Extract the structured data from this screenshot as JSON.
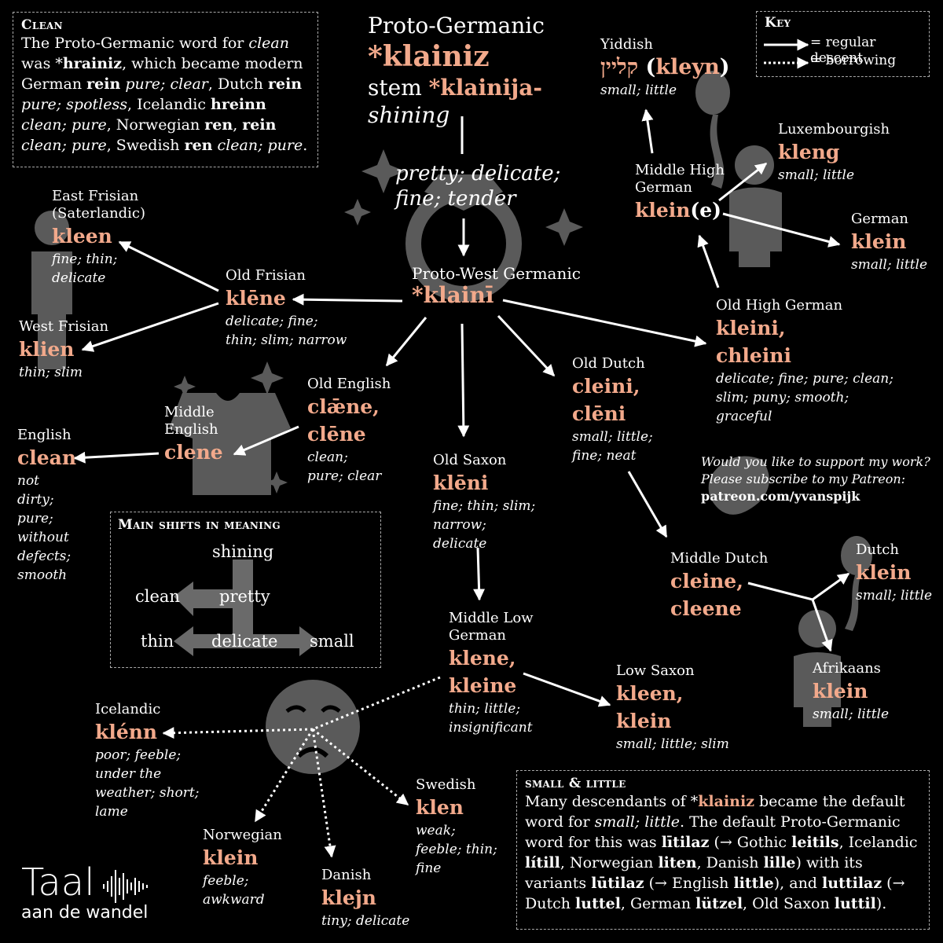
{
  "clean_box": {
    "title": "Clean",
    "text_html": "The Proto-Germanic word for <i>clean</i> was *<b>hrainiz</b>, which became modern German <b>rein</b> <i>pure; clear</i>, Dutch <b>rein</b> <i>pure; spotless</i>, Icelandic <b>hreinn</b> <i>clean; pure</i>, Norwegian <b>ren</b>, <b>rein</b> <i>clean; pure</i>, Swedish <b>ren</b> <i>clean; pure</i>."
  },
  "key_box": {
    "title": "Key",
    "regular": "= regular descent",
    "borrowing": "= borrowing"
  },
  "root": {
    "label": "Proto-Germanic",
    "word": "*klainiz",
    "stem_label": "stem",
    "stem_word": "*klainija-",
    "gloss1": "shining",
    "gloss2": "pretty; delicate;",
    "gloss3": "fine; tender"
  },
  "nodes": {
    "yiddish": {
      "lang": "Yiddish",
      "word": "קליין",
      "translit": "kleyn",
      "gloss": "small; little"
    },
    "luxembourgish": {
      "lang": "Luxembourgish",
      "word": "kleng",
      "gloss": "small; little"
    },
    "mhg": {
      "lang": "Middle High German",
      "word": "klein",
      "suffix": "(e)"
    },
    "german": {
      "lang": "German",
      "word": "klein",
      "gloss": "small; little"
    },
    "ohg": {
      "lang": "Old High German",
      "word": "kleini,",
      "word2": "chleini",
      "gloss": "delicate; fine; pure; clean; slim; puny; smooth; graceful"
    },
    "pwg": {
      "lang": "Proto-West Germanic",
      "word": "*klainī"
    },
    "east_frisian": {
      "lang": "East Frisian (Saterlandic)",
      "word": "kleen",
      "gloss": "fine; thin; delicate"
    },
    "old_frisian": {
      "lang": "Old Frisian",
      "word": "klēne",
      "gloss": "delicate; fine; thin; slim; narrow"
    },
    "west_frisian": {
      "lang": "West Frisian",
      "word": "klien",
      "gloss": "thin; slim"
    },
    "old_english": {
      "lang": "Old English",
      "word": "clǣne,",
      "word2": "clēne",
      "gloss": "clean; pure; clear"
    },
    "middle_english": {
      "lang": "Middle English",
      "word": "clene"
    },
    "english": {
      "lang": "English",
      "word": "clean",
      "gloss": "not dirty; pure; without defects; smooth"
    },
    "old_dutch": {
      "lang": "Old Dutch",
      "word": "cleini,",
      "word2": "clēni",
      "gloss": "small; little; fine; neat"
    },
    "old_saxon": {
      "lang": "Old Saxon",
      "word": "klēni",
      "gloss": "fine; thin; slim; narrow; delicate"
    },
    "middle_dutch": {
      "lang": "Middle Dutch",
      "word": "cleine,",
      "word2": "cleene"
    },
    "dutch": {
      "lang": "Dutch",
      "word": "klein",
      "gloss": "small; little"
    },
    "afrikaans": {
      "lang": "Afrikaans",
      "word": "klein",
      "gloss": "small; little"
    },
    "mlg": {
      "lang": "Middle Low German",
      "word": "klene,",
      "word2": "kleine",
      "gloss": "thin; little; insignificant"
    },
    "low_saxon": {
      "lang": "Low Saxon",
      "word": "kleen,",
      "word2": "klein",
      "gloss": "small; little; slim"
    },
    "icelandic": {
      "lang": "Icelandic",
      "word": "klénn",
      "gloss": "poor; feeble; under the weather; short; lame"
    },
    "norwegian": {
      "lang": "Norwegian",
      "word": "klein",
      "gloss": "feeble; awkward"
    },
    "danish": {
      "lang": "Danish",
      "word": "klejn",
      "gloss": "tiny; delicate"
    },
    "swedish": {
      "lang": "Swedish",
      "word": "klen",
      "gloss": "weak; feeble; thin; fine"
    }
  },
  "shifts_box": {
    "title": "Main shifts in meaning",
    "shining": "shining",
    "clean": "clean",
    "pretty": "pretty",
    "thin": "thin",
    "delicate": "delicate",
    "small": "small"
  },
  "patreon": {
    "line1": "Would you like to support my work?",
    "line2": "Please subscribe to my Patreon:",
    "url": "patreon.com/yvanspijk"
  },
  "small_box": {
    "title": "small & little",
    "text_html": "Many descendants of *<span class=\"hl\">klainiz</span> became the default word for <i>small; little</i>. The default Proto-Germanic word for this was <b>lītilaz</b> (→ Gothic <b>leitils</b>, Icelandic <b>lítill</b>, Norwegian <b>liten</b>, Danish <b>lille</b>) with its variants <b>lūtilaz</b> (→ English <b>little</b>), and <b>luttilaz</b> (→ Dutch <b>luttel</b>, German <b>lützel</b>, Old Saxon <b>luttil</b>)."
  },
  "logo": {
    "title": "Taal",
    "subtitle": "aan de wandel"
  },
  "colors": {
    "background": "#000000",
    "accent": "#f2a98b",
    "icon": "#5a5a5a",
    "text": "#ffffff"
  }
}
